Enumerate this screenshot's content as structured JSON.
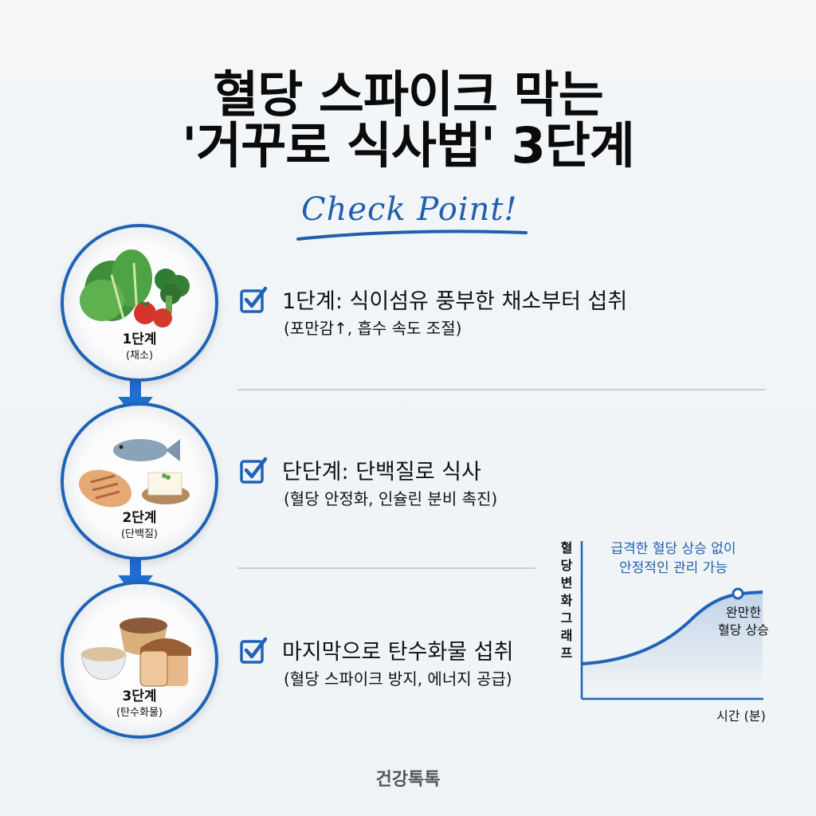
{
  "title": {
    "line1": "혈당 스파이크 막는",
    "line2": "'거꾸로 식사법' 3단계"
  },
  "check_point": "Check Point!",
  "plates": [
    {
      "step": "1단계",
      "sub": "(채소)",
      "icon": "vegetables-icon"
    },
    {
      "step": "2단계",
      "sub": "(단백질)",
      "icon": "protein-icon"
    },
    {
      "step": "3단계",
      "sub": "(탄수화물)",
      "icon": "carbohydrates-icon"
    }
  ],
  "items": [
    {
      "head": "1단계: 식이섬유 풍부한 채소부터 섭취",
      "desc": "(포만감↑, 흡수 속도 조절)"
    },
    {
      "head": "단단계: 단백질로 식사",
      "desc": "(혈당 안정화, 인슐린 분비 촉진)"
    },
    {
      "head": "마지막으로 탄수화물 섭취",
      "desc": "(혈당 스파이크 방지, 에너지 공급)"
    }
  ],
  "chart": {
    "ylabel": "혈당 변화 그래프",
    "note_line1": "급격한 혈당 상승 없이",
    "note_line2": "안정적인 관리 가능",
    "annot_line1": "완만한",
    "annot_line2": "혈당 상승",
    "xlabel": "시간 (분)"
  },
  "chart_data": {
    "type": "line",
    "title": "혈당 변화 그래프",
    "xlabel": "시간 (분)",
    "ylabel": "혈당 변화 그래프",
    "annotations": [
      "급격한 혈당 상승 없이 안정적인 관리 가능",
      "완만한 혈당 상승"
    ],
    "series": [
      {
        "name": "혈당",
        "x": [
          0,
          1,
          2,
          3,
          4,
          5,
          6,
          7,
          8,
          9,
          10
        ],
        "values": [
          30,
          31,
          33,
          37,
          43,
          51,
          59,
          66,
          70,
          72,
          72
        ]
      }
    ],
    "grid": false,
    "legend": "none"
  },
  "colors": {
    "accent": "#1e63b5",
    "title": "#0b0b0b",
    "checkpoint": "#1f5fae",
    "footer": "#555555"
  },
  "footer": "건강톡톡"
}
